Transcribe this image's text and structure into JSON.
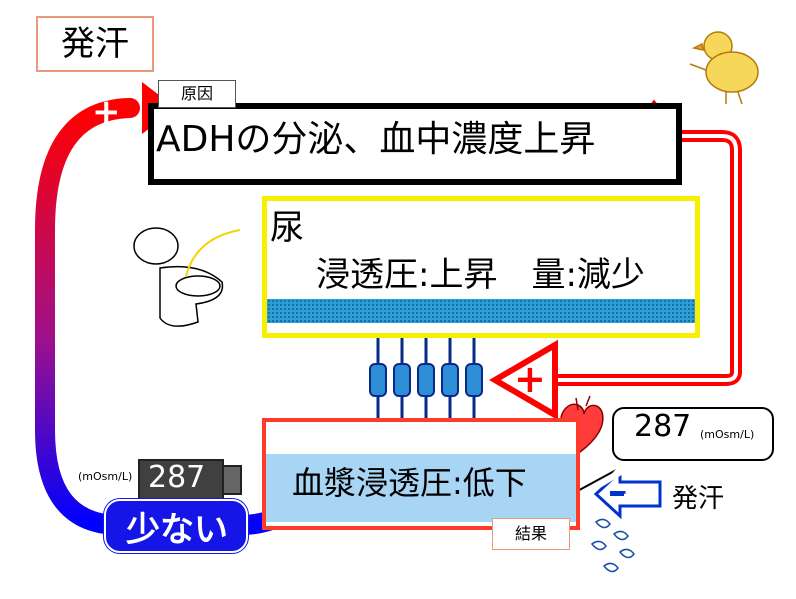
{
  "title": "発汗",
  "cause": {
    "tag": "原因",
    "text": "ADHの分泌、血中濃度上昇"
  },
  "urine": {
    "title": "尿",
    "detail": "浸透圧:上昇　量:減少"
  },
  "plasma": {
    "text": "血漿浸透圧:低下",
    "tag": "結果"
  },
  "callout": {
    "value": "287",
    "unit": "(mOsm/L)"
  },
  "meter": {
    "value": "287",
    "unit": "(mOsm/L)"
  },
  "low_label": "少ない",
  "sweat_label": "発汗",
  "signs": {
    "plus": "+",
    "minus": "−"
  },
  "colors": {
    "loop_start": "#ff0000",
    "loop_end": "#0000ff",
    "cause_border": "#000000",
    "urine_border": "#f6f000",
    "plasma_border": "#ff3b2b",
    "plasma_fill": "#a9d5f5",
    "arrow_blue": "#0a2a8a"
  }
}
